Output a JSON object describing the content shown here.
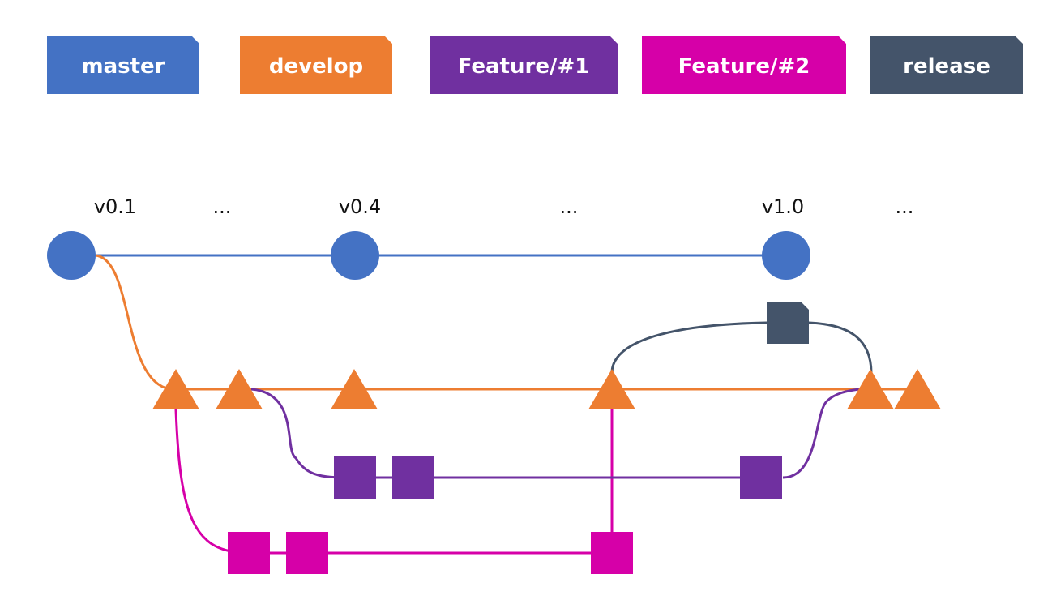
{
  "legend": [
    {
      "label": "master",
      "color": "#4472C4"
    },
    {
      "label": "develop",
      "color": "#ED7D31"
    },
    {
      "label": "Feature/#1",
      "color": "#7030A0"
    },
    {
      "label": "Feature/#2",
      "color": "#D600A8"
    },
    {
      "label": "release",
      "color": "#44546A"
    }
  ],
  "version_labels": [
    "v0.1",
    "...",
    "v0.4",
    "...",
    "v1.0",
    "..."
  ],
  "branches": {
    "master": {
      "color": "#4472C4",
      "marker": "circle",
      "commits": 3
    },
    "develop": {
      "color": "#ED7D31",
      "marker": "triangle",
      "commits": 6
    },
    "feature_1": {
      "color": "#7030A0",
      "marker": "square",
      "commits": 3
    },
    "feature_2": {
      "color": "#D600A8",
      "marker": "square",
      "commits": 3
    },
    "release": {
      "color": "#44546A",
      "marker": "square",
      "commits": 1
    }
  }
}
